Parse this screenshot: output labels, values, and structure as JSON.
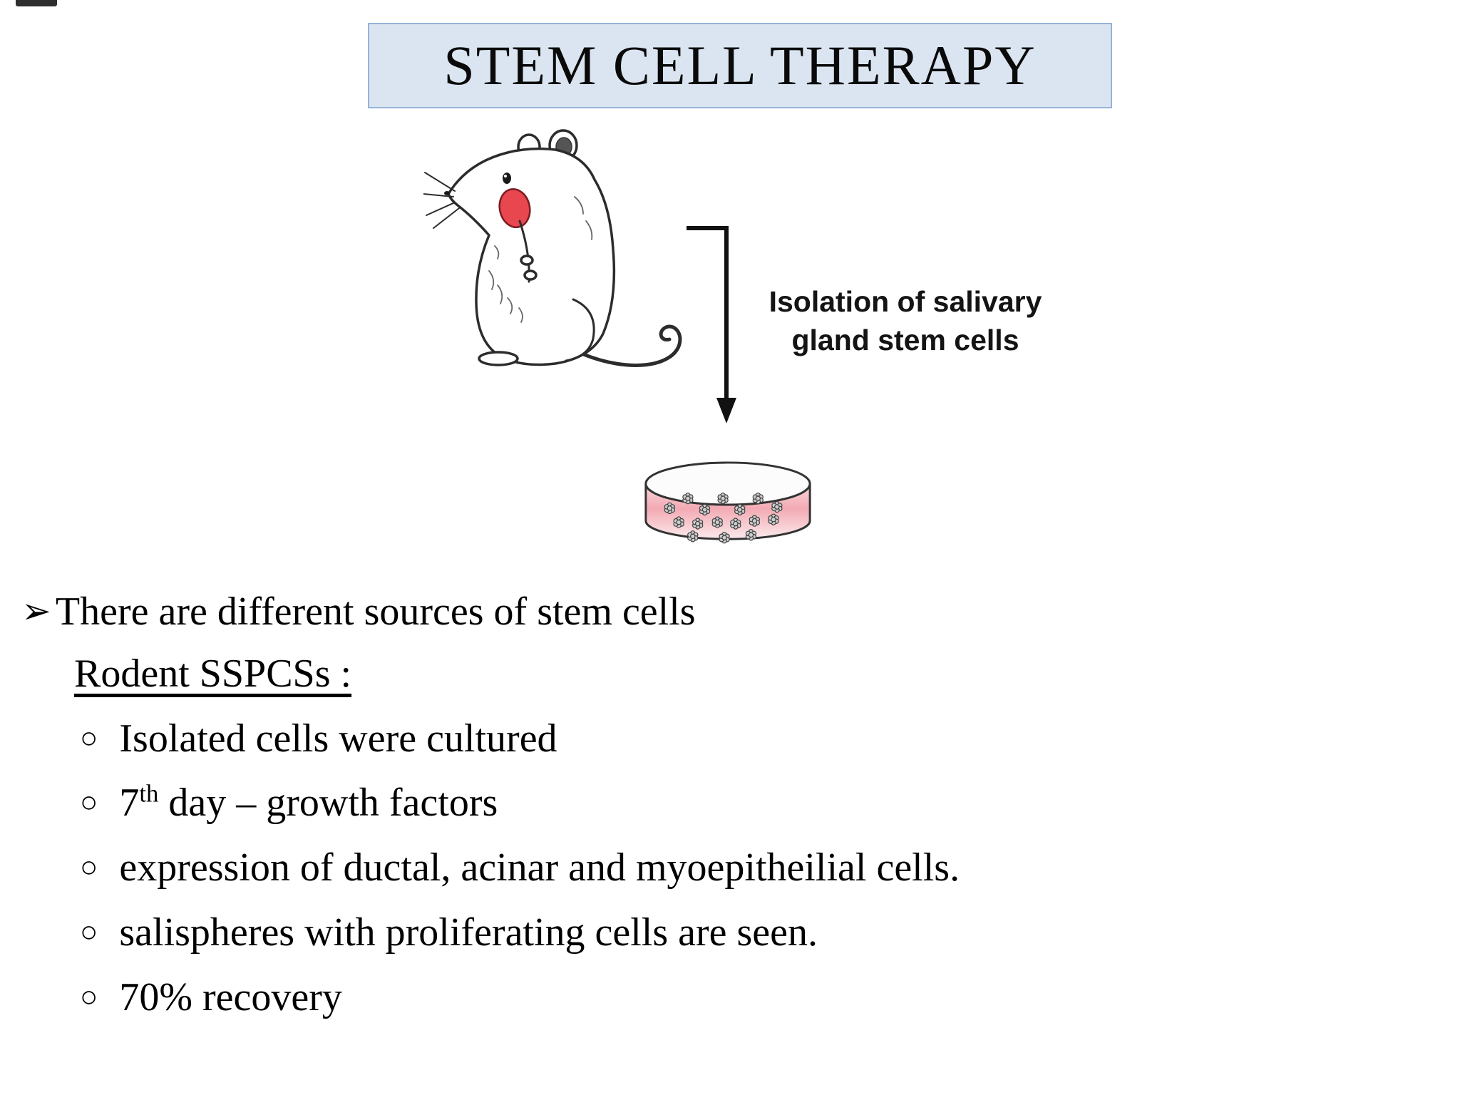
{
  "slide": {
    "title": "STEM CELL THERAPY",
    "diagram": {
      "arrow_label_line1": "Isolation of salivary",
      "arrow_label_line2": "gland stem cells"
    },
    "bullets": {
      "arrow_glyph": "➢",
      "circle_glyph": "○",
      "main": "There are different sources of stem cells",
      "subheading": "Rodent SSPCSs :",
      "items": [
        {
          "text": "Isolated cells were cultured"
        },
        {
          "pre": "7",
          "sup": "th",
          "post": " day – growth factors"
        },
        {
          "text": "expression of ductal, acinar and myoepitheilial cells."
        },
        {
          "text": "salispheres with proliferating cells are seen."
        },
        {
          "text": "70% recovery"
        }
      ]
    },
    "colors": {
      "title_bg": "#dbe5f1",
      "title_border": "#95b3d7",
      "gland_red": "#e8474f",
      "dish_pink": "#f3aab4"
    }
  }
}
